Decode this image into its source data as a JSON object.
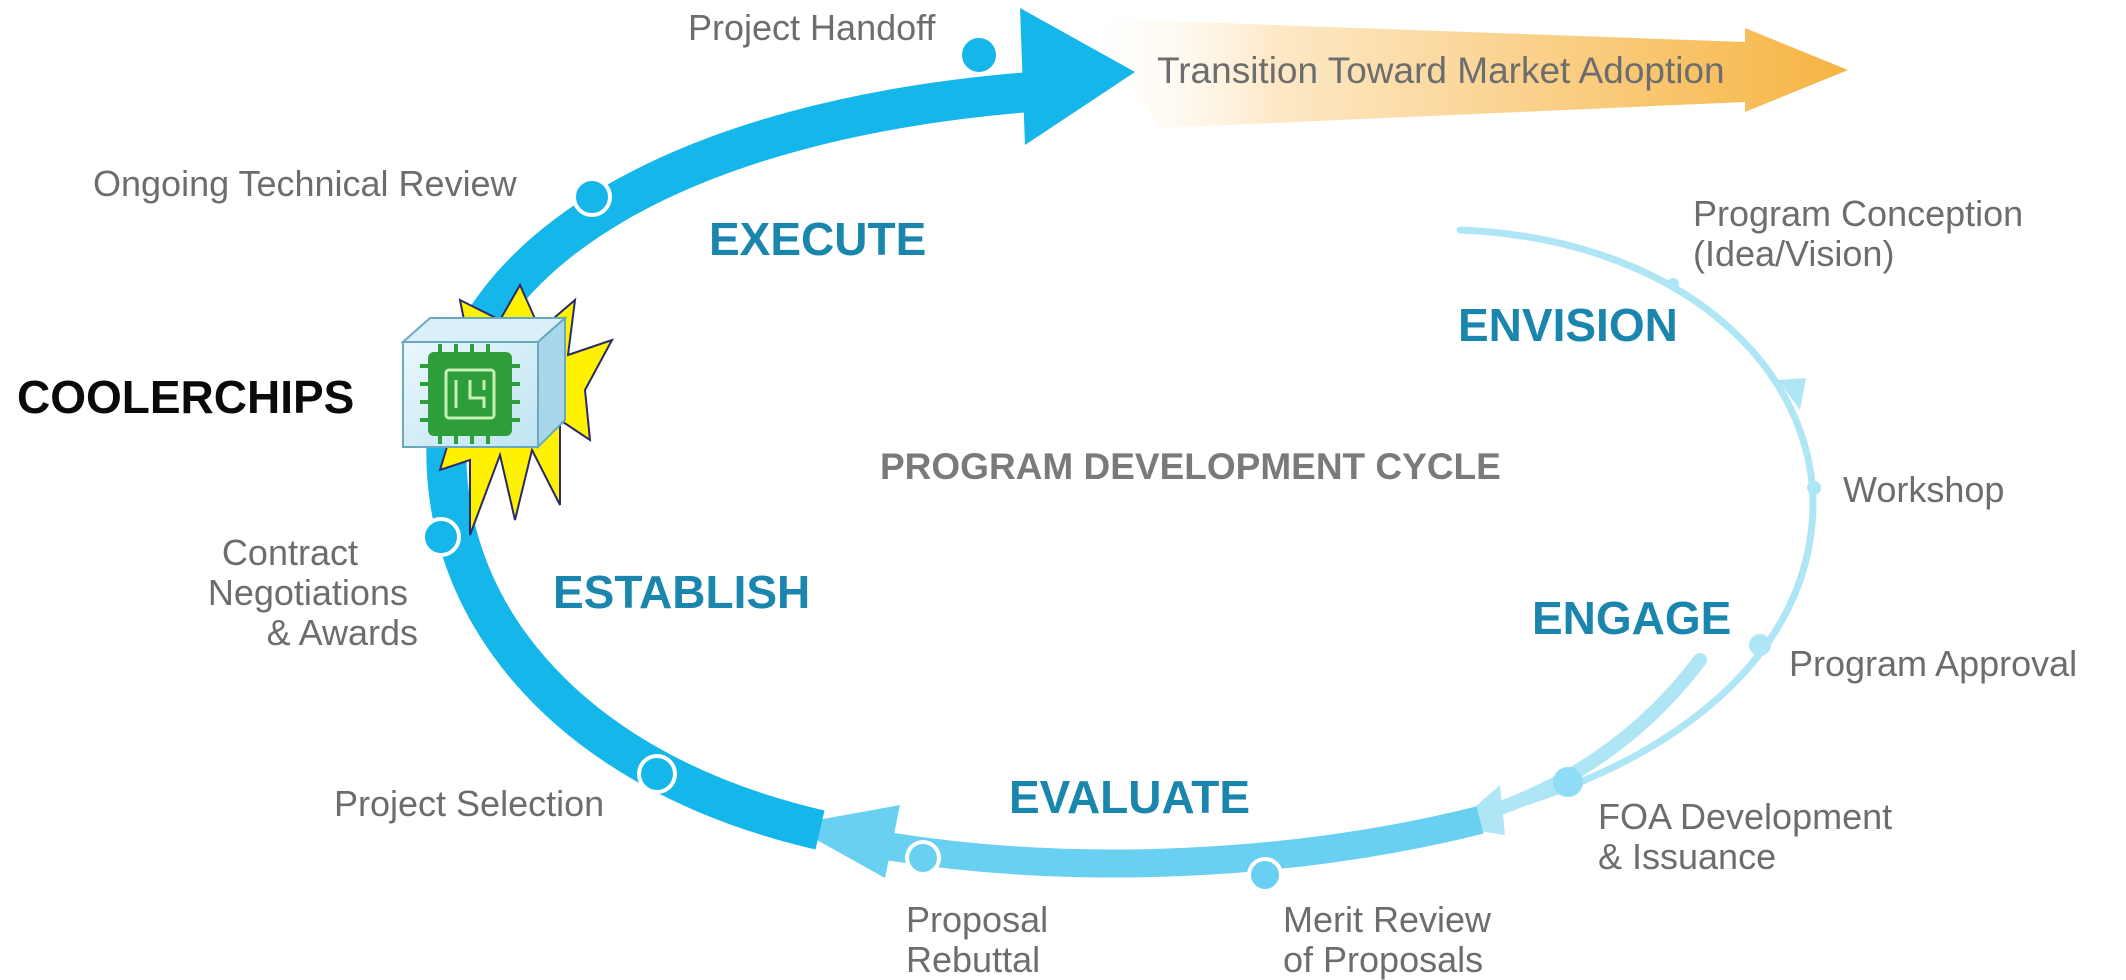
{
  "center_title": "PROGRAM DEVELOPMENT CYCLE",
  "brand": "COOLERCHIPS",
  "market": "Transition Toward Market Adoption",
  "phases": {
    "envision": "ENVISION",
    "engage": "ENGAGE",
    "evaluate": "EVALUATE",
    "establish": "ESTABLISH",
    "execute": "EXECUTE"
  },
  "steps": {
    "program_conception": [
      "Program Conception",
      "(Idea/Vision)"
    ],
    "workshop": [
      "Workshop"
    ],
    "program_approval": [
      "Program Approval"
    ],
    "foa": [
      "FOA Development",
      "& Issuance"
    ],
    "merit_review": [
      "Merit Review",
      "of Proposals"
    ],
    "proposal_rebuttal": [
      "Proposal",
      "Rebuttal"
    ],
    "project_selection": [
      "Project Selection"
    ],
    "contract": [
      "Contract",
      "Negotiations",
      "& Awards"
    ],
    "technical_review": [
      "Ongoing Technical Review"
    ],
    "handoff": [
      "Project Handoff"
    ]
  },
  "colors": {
    "light_arc": "#aee6f6",
    "mid_arc": "#62cdf0",
    "dark_arc": "#15b6ea",
    "phase_text": "#1a86ad",
    "market_arrow": "#f6b442",
    "burst": "#fff200",
    "chip": "#2e9e3a"
  }
}
